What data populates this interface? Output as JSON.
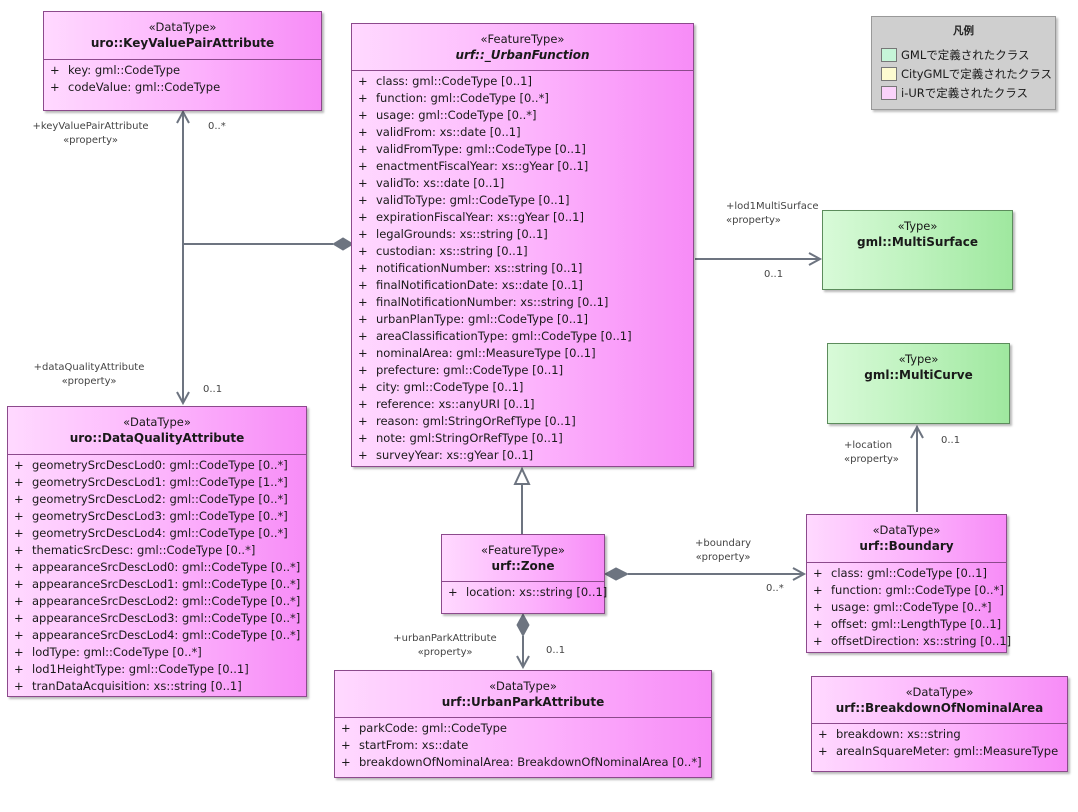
{
  "legend": {
    "title": "凡例",
    "items": [
      {
        "label": "GMLで定義されたクラス",
        "color": "#c6f5d8"
      },
      {
        "label": "CityGMLで定義されたクラス",
        "color": "#fdfbd0"
      },
      {
        "label": "i-URで定義されたクラス",
        "color": "#fbd3fb"
      }
    ]
  },
  "classes": {
    "key_value_pair": {
      "stereotype": "«DataType»",
      "name": "uro::KeyValuePairAttribute",
      "attributes": [
        {
          "vis": "+",
          "text": "key: gml::CodeType"
        },
        {
          "vis": "+",
          "text": "codeValue: gml::CodeType"
        }
      ]
    },
    "urban_function": {
      "stereotype": "«FeatureType»",
      "name": "urf::_UrbanFunction",
      "attributes": [
        {
          "vis": "+",
          "text": "class: gml::CodeType [0..1]"
        },
        {
          "vis": "+",
          "text": "function: gml::CodeType [0..*]"
        },
        {
          "vis": "+",
          "text": "usage: gml::CodeType [0..*]"
        },
        {
          "vis": "+",
          "text": "validFrom: xs::date [0..1]"
        },
        {
          "vis": "+",
          "text": "validFromType: gml::CodeType [0..1]"
        },
        {
          "vis": "+",
          "text": "enactmentFiscalYear: xs::gYear [0..1]"
        },
        {
          "vis": "+",
          "text": "validTo: xs::date [0..1]"
        },
        {
          "vis": "+",
          "text": "validToType: gml::CodeType [0..1]"
        },
        {
          "vis": "+",
          "text": "expirationFiscalYear: xs::gYear [0..1]"
        },
        {
          "vis": "+",
          "text": "legalGrounds: xs::string [0..1]"
        },
        {
          "vis": "+",
          "text": "custodian: xs::string [0..1]"
        },
        {
          "vis": "+",
          "text": "notificationNumber: xs::string [0..1]"
        },
        {
          "vis": "+",
          "text": "finalNotificationDate: xs::date [0..1]"
        },
        {
          "vis": "+",
          "text": "finalNotificationNumber: xs::string [0..1]"
        },
        {
          "vis": "+",
          "text": "urbanPlanType: gml::CodeType [0..1]"
        },
        {
          "vis": "+",
          "text": "areaClassificationType: gml::CodeType [0..1]"
        },
        {
          "vis": "+",
          "text": "nominalArea: gml::MeasureType [0..1]"
        },
        {
          "vis": "+",
          "text": "prefecture: gml::CodeType [0..1]"
        },
        {
          "vis": "+",
          "text": "city: gml::CodeType [0..1]"
        },
        {
          "vis": "+",
          "text": "reference: xs::anyURI [0..1]"
        },
        {
          "vis": "+",
          "text": "reason: gml:StringOrRefType [0..1]"
        },
        {
          "vis": "+",
          "text": "note: gml:StringOrRefType [0..1]"
        },
        {
          "vis": "+",
          "text": "surveyYear: xs::gYear [0..1]"
        }
      ]
    },
    "multi_surface": {
      "stereotype": "«Type»",
      "name": "gml::MultiSurface"
    },
    "multi_curve": {
      "stereotype": "«Type»",
      "name": "gml::MultiCurve"
    },
    "data_quality": {
      "stereotype": "«DataType»",
      "name": "uro::DataQualityAttribute",
      "attributes": [
        {
          "vis": "+",
          "text": "geometrySrcDescLod0: gml::CodeType [0..*]"
        },
        {
          "vis": "+",
          "text": "geometrySrcDescLod1: gml::CodeType [1..*]"
        },
        {
          "vis": "+",
          "text": "geometrySrcDescLod2: gml::CodeType [0..*]"
        },
        {
          "vis": "+",
          "text": "geometrySrcDescLod3: gml::CodeType [0..*]"
        },
        {
          "vis": "+",
          "text": "geometrySrcDescLod4: gml::CodeType [0..*]"
        },
        {
          "vis": "+",
          "text": "thematicSrcDesc: gml::CodeType [0..*]"
        },
        {
          "vis": "+",
          "text": "appearanceSrcDescLod0: gml::CodeType [0..*]"
        },
        {
          "vis": "+",
          "text": "appearanceSrcDescLod1: gml::CodeType [0..*]"
        },
        {
          "vis": "+",
          "text": "appearanceSrcDescLod2: gml::CodeType [0..*]"
        },
        {
          "vis": "+",
          "text": "appearanceSrcDescLod3: gml::CodeType [0..*]"
        },
        {
          "vis": "+",
          "text": "appearanceSrcDescLod4: gml::CodeType [0..*]"
        },
        {
          "vis": "+",
          "text": "lodType: gml::CodeType [0..*]"
        },
        {
          "vis": "+",
          "text": "lod1HeightType: gml::CodeType [0..1]"
        },
        {
          "vis": "+",
          "text": "tranDataAcquisition: xs::string [0..1]"
        }
      ]
    },
    "zone": {
      "stereotype": "«FeatureType»",
      "name": "urf::Zone",
      "attributes": [
        {
          "vis": "+",
          "text": "location: xs::string [0..1]"
        }
      ]
    },
    "boundary": {
      "stereotype": "«DataType»",
      "name": "urf::Boundary",
      "attributes": [
        {
          "vis": "+",
          "text": "class: gml::CodeType [0..1]"
        },
        {
          "vis": "+",
          "text": "function: gml::CodeType [0..*]"
        },
        {
          "vis": "+",
          "text": "usage: gml::CodeType [0..*]"
        },
        {
          "vis": "+",
          "text": "offset: gml::LengthType [0..1]"
        },
        {
          "vis": "+",
          "text": "offsetDirection: xs::string [0..1]"
        }
      ]
    },
    "urban_park": {
      "stereotype": "«DataType»",
      "name": "urf::UrbanParkAttribute",
      "attributes": [
        {
          "vis": "+",
          "text": "parkCode: gml::CodeType"
        },
        {
          "vis": "+",
          "text": "startFrom: xs::date"
        },
        {
          "vis": "+",
          "text": "breakdownOfNominalArea: BreakdownOfNominalArea [0..*]"
        }
      ]
    },
    "breakdown": {
      "stereotype": "«DataType»",
      "name": "urf::BreakdownOfNominalArea",
      "attributes": [
        {
          "vis": "+",
          "text": "breakdown: xs::string"
        },
        {
          "vis": "+",
          "text": "areaInSquareMeter: gml::MeasureType"
        }
      ]
    }
  },
  "associations": {
    "kvp_role": "+keyValuePairAttribute",
    "kvp_stereo": "«property»",
    "kvp_mult": "0..*",
    "dq_role": "+dataQualityAttribute",
    "dq_stereo": "«property»",
    "dq_mult": "0..1",
    "lod1_role": "+lod1MultiSurface",
    "lod1_stereo": "«property»",
    "lod1_mult": "0..1",
    "location_role": "+location",
    "location_stereo": "«property»",
    "location_mult": "0..1",
    "boundary_role": "+boundary",
    "boundary_stereo": "«property»",
    "boundary_mult": "0..*",
    "park_role": "+urbanParkAttribute",
    "park_stereo": "«property»",
    "park_mult": "0..1"
  }
}
